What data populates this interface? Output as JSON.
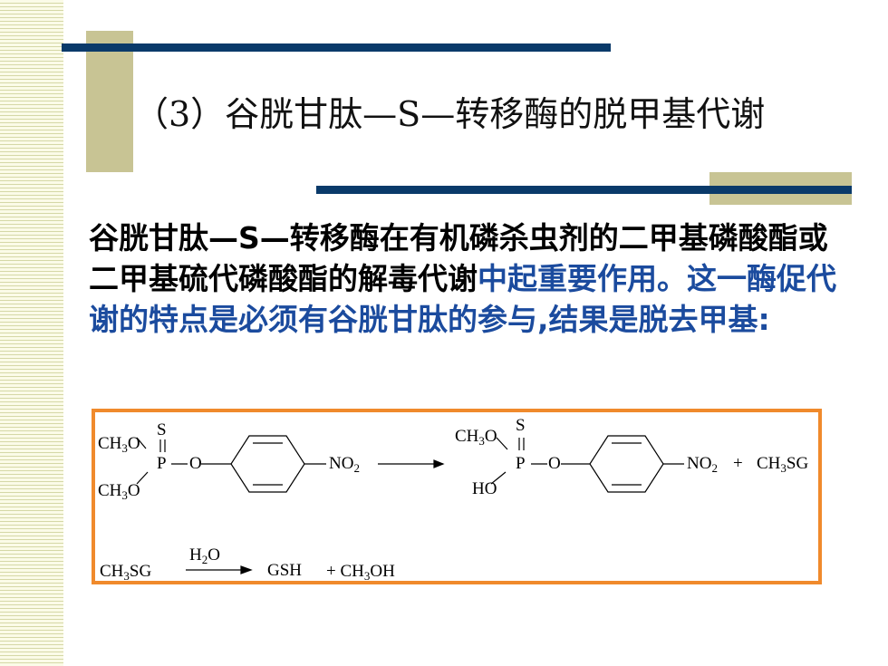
{
  "slide": {
    "title": "（3）谷胱甘肽—S—转移酶的脱甲基代谢",
    "body": {
      "black": "谷胱甘肽—S—转移酶在有机磷杀虫剂的二甲基磷酸酯或二甲基硫代磷酸酯的解毒代谢",
      "blue": "中起重要作用。这一酶促代谢的特点是必须有谷胱甘肽的参与,结果是脱去甲基:"
    }
  },
  "reaction": {
    "reactant": {
      "sulfur": "S",
      "phosphorus": "P",
      "oxygen": "O",
      "nitro": "NO",
      "nitro_sub": "2"
    },
    "product": {
      "sulfur": "S",
      "phosphorus": "P",
      "oxygen": "O",
      "hydroxyl": "HO",
      "nitro": "NO",
      "nitro_sub": "2",
      "plus": "+"
    },
    "byproduct": {
      "ch": "CH",
      "sub": "3",
      "sg": "SG"
    },
    "hydrolysis": {
      "reagent_h": "H",
      "reagent_sub": "2",
      "reagent_o": "O",
      "gsh": "GSH",
      "plus_ch": "+ CH",
      "methanol_sub": "3",
      "methanol_oh": "OH"
    },
    "methoxy": {
      "ch": "CH",
      "sub": "3",
      "o": "O"
    }
  },
  "colors": {
    "navy": "#0a3a6a",
    "tan": "#c8c494",
    "orange": "#f08a2c",
    "blue_text": "#1b4b9e"
  }
}
